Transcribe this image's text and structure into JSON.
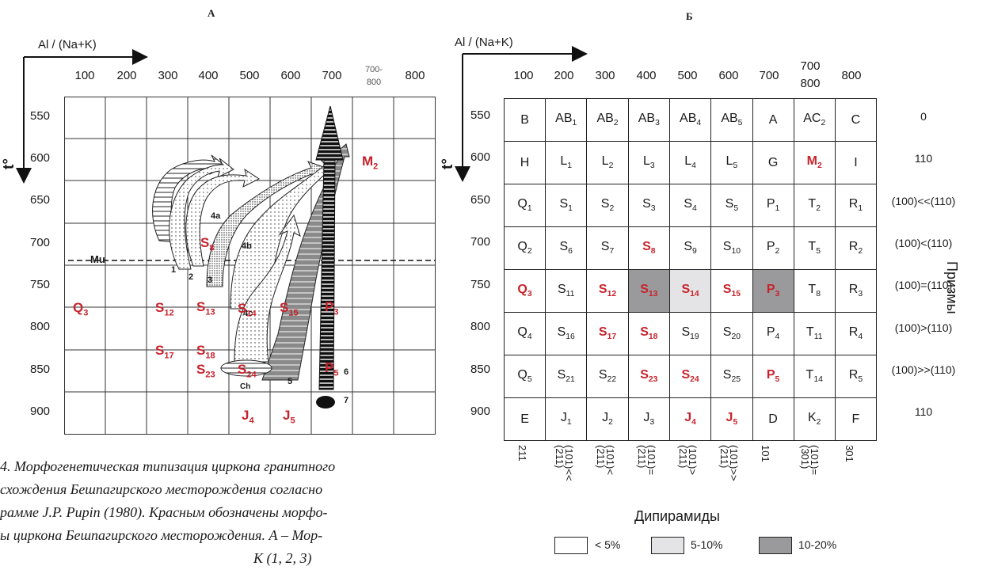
{
  "panelA": {
    "letter": "А",
    "x_axis_label": "Al / (Na+K)",
    "y_axis_label": "t°",
    "x_ticks": [
      "100",
      "200",
      "300",
      "400",
      "500",
      "600",
      "700",
      "700-800",
      "800"
    ],
    "y_ticks": [
      "550",
      "600",
      "650",
      "700",
      "750",
      "800",
      "850",
      "900"
    ],
    "mu_label": "Mu",
    "path_labels": [
      "1",
      "2",
      "3",
      "4a",
      "4b",
      "4c",
      "5",
      "6",
      "7",
      "Ch"
    ],
    "red_cells": [
      {
        "name": "Q",
        "sub": "3"
      },
      {
        "name": "S",
        "sub": "12"
      },
      {
        "name": "S",
        "sub": "13"
      },
      {
        "name": "S",
        "sub": "14"
      },
      {
        "name": "S",
        "sub": "15"
      },
      {
        "name": "P",
        "sub": "3"
      },
      {
        "name": "S",
        "sub": "8"
      },
      {
        "name": "S",
        "sub": "17"
      },
      {
        "name": "S",
        "sub": "18"
      },
      {
        "name": "S",
        "sub": "23"
      },
      {
        "name": "S",
        "sub": "24"
      },
      {
        "name": "P",
        "sub": "5"
      },
      {
        "name": "J",
        "sub": "4"
      },
      {
        "name": "J",
        "sub": "5"
      },
      {
        "name": "M",
        "sub": "2"
      }
    ]
  },
  "panelB": {
    "letter": "Б",
    "x_axis_label": "Al / (Na+K)",
    "y_axis_label": "t°",
    "x_ticks": [
      "100",
      "200",
      "300",
      "400",
      "500",
      "600",
      "700",
      "700\n800",
      "800"
    ],
    "y_ticks": [
      "550",
      "600",
      "650",
      "700",
      "750",
      "800",
      "850",
      "900"
    ],
    "rows": [
      [
        [
          "B",
          ""
        ],
        [
          "AB",
          "1"
        ],
        [
          "AB",
          "2"
        ],
        [
          "AB",
          "3"
        ],
        [
          "AB",
          "4"
        ],
        [
          "AB",
          "5"
        ],
        [
          "A",
          ""
        ],
        [
          "AC",
          "2"
        ],
        [
          "C",
          ""
        ]
      ],
      [
        [
          "H",
          ""
        ],
        [
          "L",
          "1"
        ],
        [
          "L",
          "2"
        ],
        [
          "L",
          "3"
        ],
        [
          "L",
          "4"
        ],
        [
          "L",
          "5"
        ],
        [
          "G",
          ""
        ],
        [
          "M",
          "2"
        ],
        [
          "I",
          ""
        ]
      ],
      [
        [
          "Q",
          "1"
        ],
        [
          "S",
          "1"
        ],
        [
          "S",
          "2"
        ],
        [
          "S",
          "3"
        ],
        [
          "S",
          "4"
        ],
        [
          "S",
          "5"
        ],
        [
          "P",
          "1"
        ],
        [
          "T",
          "2"
        ],
        [
          "R",
          "1"
        ]
      ],
      [
        [
          "Q",
          "2"
        ],
        [
          "S",
          "6"
        ],
        [
          "S",
          "7"
        ],
        [
          "S",
          "8"
        ],
        [
          "S",
          "9"
        ],
        [
          "S",
          "10"
        ],
        [
          "P",
          "2"
        ],
        [
          "T",
          "5"
        ],
        [
          "R",
          "2"
        ]
      ],
      [
        [
          "Q",
          "3"
        ],
        [
          "S",
          "11"
        ],
        [
          "S",
          "12"
        ],
        [
          "S",
          "13"
        ],
        [
          "S",
          "14"
        ],
        [
          "S",
          "15"
        ],
        [
          "P",
          "3"
        ],
        [
          "T",
          "8"
        ],
        [
          "R",
          "3"
        ]
      ],
      [
        [
          "Q",
          "4"
        ],
        [
          "S",
          "16"
        ],
        [
          "S",
          "17"
        ],
        [
          "S",
          "18"
        ],
        [
          "S",
          "19"
        ],
        [
          "S",
          "20"
        ],
        [
          "P",
          "4"
        ],
        [
          "T",
          "11"
        ],
        [
          "R",
          "4"
        ]
      ],
      [
        [
          "Q",
          "5"
        ],
        [
          "S",
          "21"
        ],
        [
          "S",
          "22"
        ],
        [
          "S",
          "23"
        ],
        [
          "S",
          "24"
        ],
        [
          "S",
          "25"
        ],
        [
          "P",
          "5"
        ],
        [
          "T",
          "14"
        ],
        [
          "R",
          "5"
        ]
      ],
      [
        [
          "E",
          ""
        ],
        [
          "J",
          "1"
        ],
        [
          "J",
          "2"
        ],
        [
          "J",
          "3"
        ],
        [
          "J",
          "4"
        ],
        [
          "J",
          "5"
        ],
        [
          "D",
          ""
        ],
        [
          "K",
          "2"
        ],
        [
          "F",
          ""
        ]
      ]
    ],
    "right_labels": [
      "0",
      "110",
      "(100)<<(110)",
      "(100)<(110)",
      "(100)=(110)",
      "(100)>(110)",
      "(100)>>(110)",
      "110"
    ],
    "prisms_label": "Призмы",
    "bipyramid_labels": [
      "211",
      "(101)<<\n(211)",
      "(101)<\n(211)",
      "(101)=\n(211)",
      "(101)>\n(211)",
      "(101)>>\n(211)",
      "101",
      "(101)=\n(301)",
      "301"
    ],
    "bipyramids_label": "Дипирамиды",
    "legend": [
      {
        "label": "< 5%",
        "color": "#ffffff"
      },
      {
        "label": "5-10%",
        "color": "#e4e4e6"
      },
      {
        "label": "10-20%",
        "color": "#9a9a9c"
      }
    ]
  },
  "caption": {
    "lines": [
      "4. Морфогенетическая типизация циркона гранитного",
      "схождения Бешпагирского месторождения согласно",
      "рамме J.P. Pupin (1980). Красным обозначены морфо-",
      "ы циркона Бешпагирского месторождения. А – Мор-",
      "К (1, 2, 3)"
    ]
  }
}
